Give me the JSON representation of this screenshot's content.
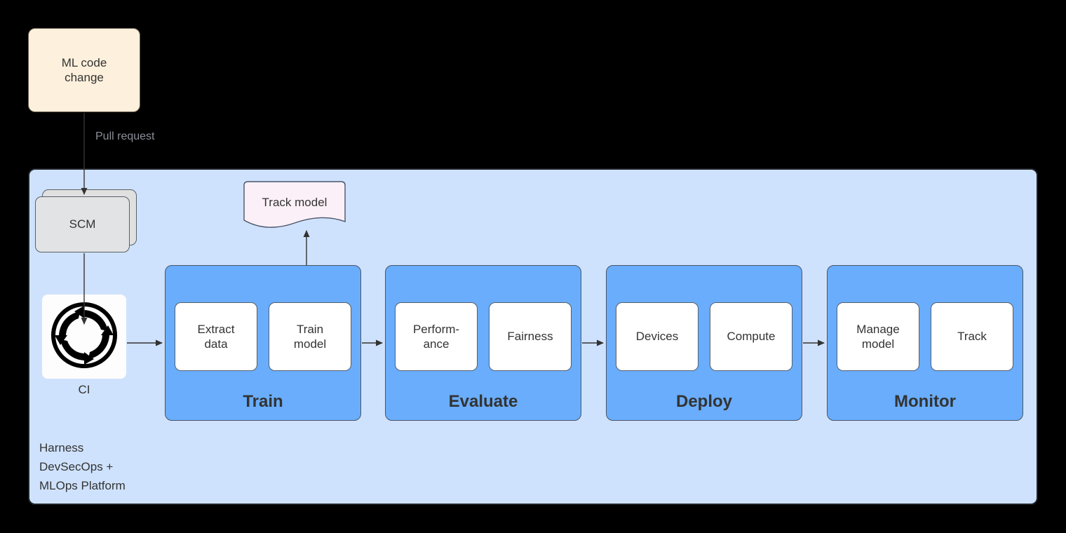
{
  "diagram": {
    "title": "Harness DevSecOps + MLOps Platform pipeline",
    "colors": {
      "background": "#000000",
      "platform_fill": "#cfe2fd",
      "stage_fill": "#69adfc",
      "substage_fill": "#ffffff",
      "ml_code_fill": "#fdf0dc",
      "scm_fill": "#e2e3e4",
      "track_doc_fill": "#fbf0f7",
      "edge_stroke": "#333333",
      "edge_label_text": "#8a8f98"
    }
  },
  "nodes": {
    "ml_code_change": {
      "label": "ML code\nchange",
      "line1": "ML code",
      "line2": "change"
    },
    "scm": {
      "label": "SCM"
    },
    "ci": {
      "label": "CI",
      "icon": "continuous-integration-loop-icon"
    },
    "track_model": {
      "label": "Track model"
    },
    "platform": {
      "label": "Harness\nDevSecOps +\nMLOps Platform"
    }
  },
  "edges": [
    {
      "from": "ml_code_change",
      "to": "scm",
      "label": "Pull request"
    },
    {
      "from": "scm",
      "to": "ci",
      "label": ""
    },
    {
      "from": "ci",
      "to": "train",
      "label": ""
    },
    {
      "from": "train",
      "to": "evaluate",
      "label": ""
    },
    {
      "from": "evaluate",
      "to": "deploy",
      "label": ""
    },
    {
      "from": "deploy",
      "to": "monitor",
      "label": ""
    },
    {
      "from": "train",
      "to": "track_model",
      "label": ""
    }
  ],
  "stages": [
    {
      "id": "train",
      "title": "Train",
      "substages": [
        {
          "label": "Extract\ndata"
        },
        {
          "label": "Train\nmodel"
        }
      ]
    },
    {
      "id": "evaluate",
      "title": "Evaluate",
      "substages": [
        {
          "label": "Perform-\nance"
        },
        {
          "label": "Fairness"
        }
      ]
    },
    {
      "id": "deploy",
      "title": "Deploy",
      "substages": [
        {
          "label": "Devices"
        },
        {
          "label": "Compute"
        }
      ]
    },
    {
      "id": "monitor",
      "title": "Monitor",
      "substages": [
        {
          "label": "Manage\nmodel"
        },
        {
          "label": "Track"
        }
      ]
    }
  ]
}
